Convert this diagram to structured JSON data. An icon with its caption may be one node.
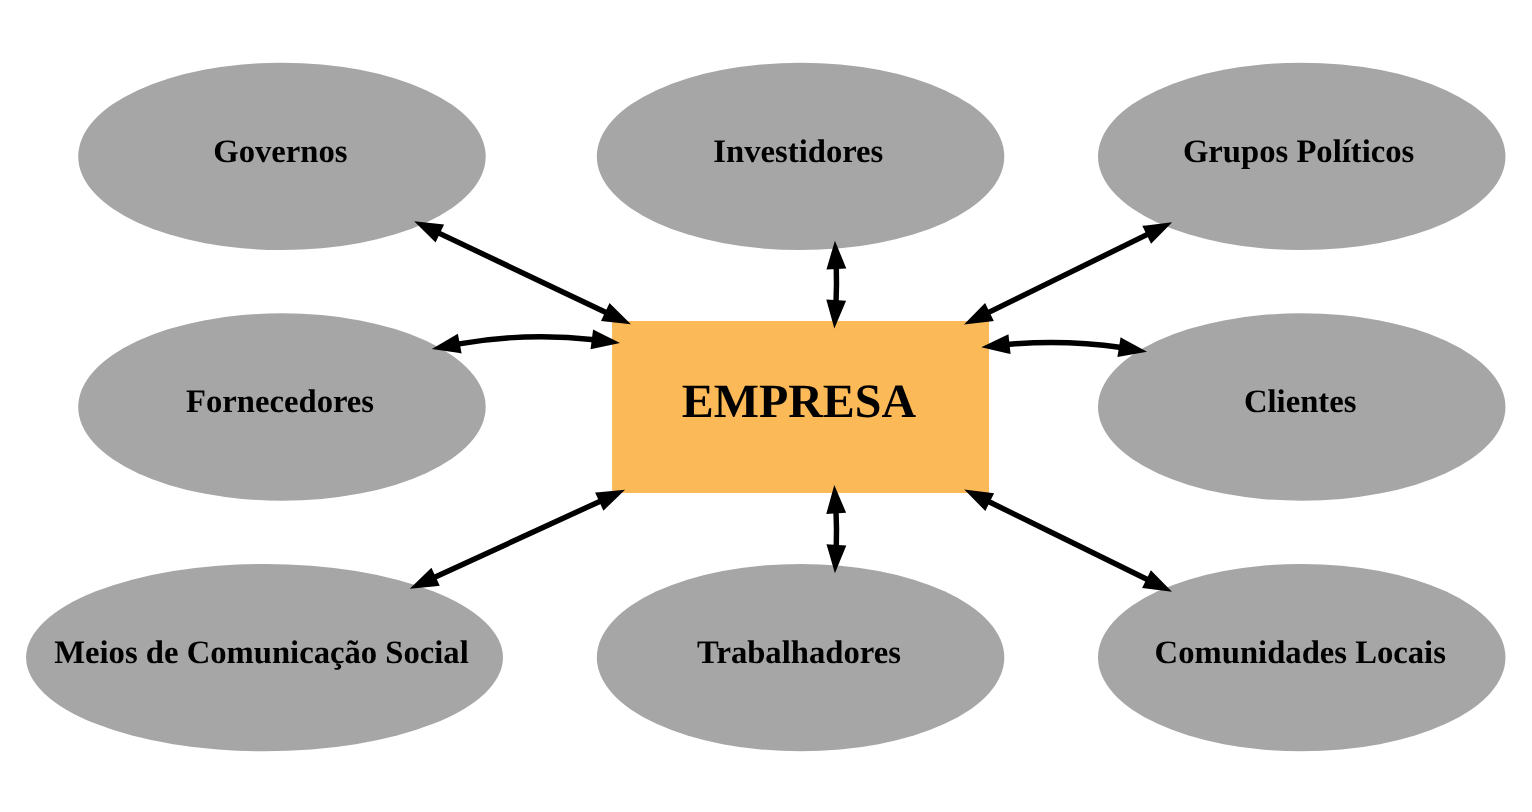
{
  "diagram": {
    "nodes": [
      {
        "text": [
          "Investidores"
        ]
      },
      {
        "text": [
          "Governos"
        ]
      },
      {
        "text": [
          "Grupos Políticos"
        ]
      },
      {
        "text": [
          "Fornecedores"
        ]
      },
      {
        "text": [
          "EMPRESA"
        ]
      },
      {
        "text": [
          "Clientes"
        ]
      },
      {
        "text": [
          "Meios de Comunicação Social"
        ]
      },
      {
        "text": [
          "Trabalhadores"
        ]
      },
      {
        "text": [
          "Comunidades Locais"
        ]
      }
    ],
    "edges": [
      {
        "from": 4,
        "to": 0,
        "arrow": "both"
      },
      {
        "from": 4,
        "to": 1,
        "arrow": "both"
      },
      {
        "from": 4,
        "to": 2,
        "arrow": "both"
      },
      {
        "from": 4,
        "to": 3,
        "arrow": "both"
      },
      {
        "from": 4,
        "to": 5,
        "arrow": "both"
      },
      {
        "from": 4,
        "to": 6,
        "arrow": "both"
      },
      {
        "from": 4,
        "to": 7,
        "arrow": "both"
      },
      {
        "from": 4,
        "to": 8,
        "arrow": "both"
      }
    ]
  }
}
